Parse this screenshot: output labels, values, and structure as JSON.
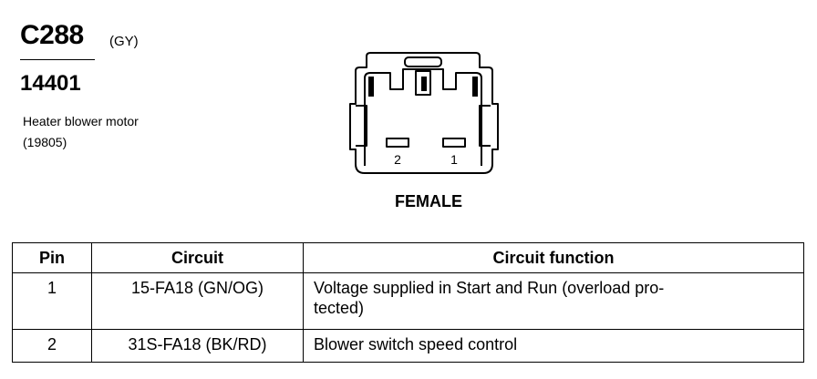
{
  "connector": {
    "id": "C288",
    "color": "(GY)",
    "part_number": "14401",
    "description_line1": "Heater blower motor",
    "description_line2": "(19805)"
  },
  "diagram": {
    "pin_label_left": "2",
    "pin_label_right": "1",
    "gender": "FEMALE"
  },
  "table": {
    "headers": {
      "pin": "Pin",
      "circuit": "Circuit",
      "function": "Circuit function"
    },
    "rows": [
      {
        "pin": "1",
        "circuit": "15-FA18 (GN/OG)",
        "function_line1": "Voltage supplied in Start and Run (overload pro-",
        "function_line2": "tected)"
      },
      {
        "pin": "2",
        "circuit": "31S-FA18 (BK/RD)",
        "function_line1": "Blower switch speed control"
      }
    ]
  }
}
